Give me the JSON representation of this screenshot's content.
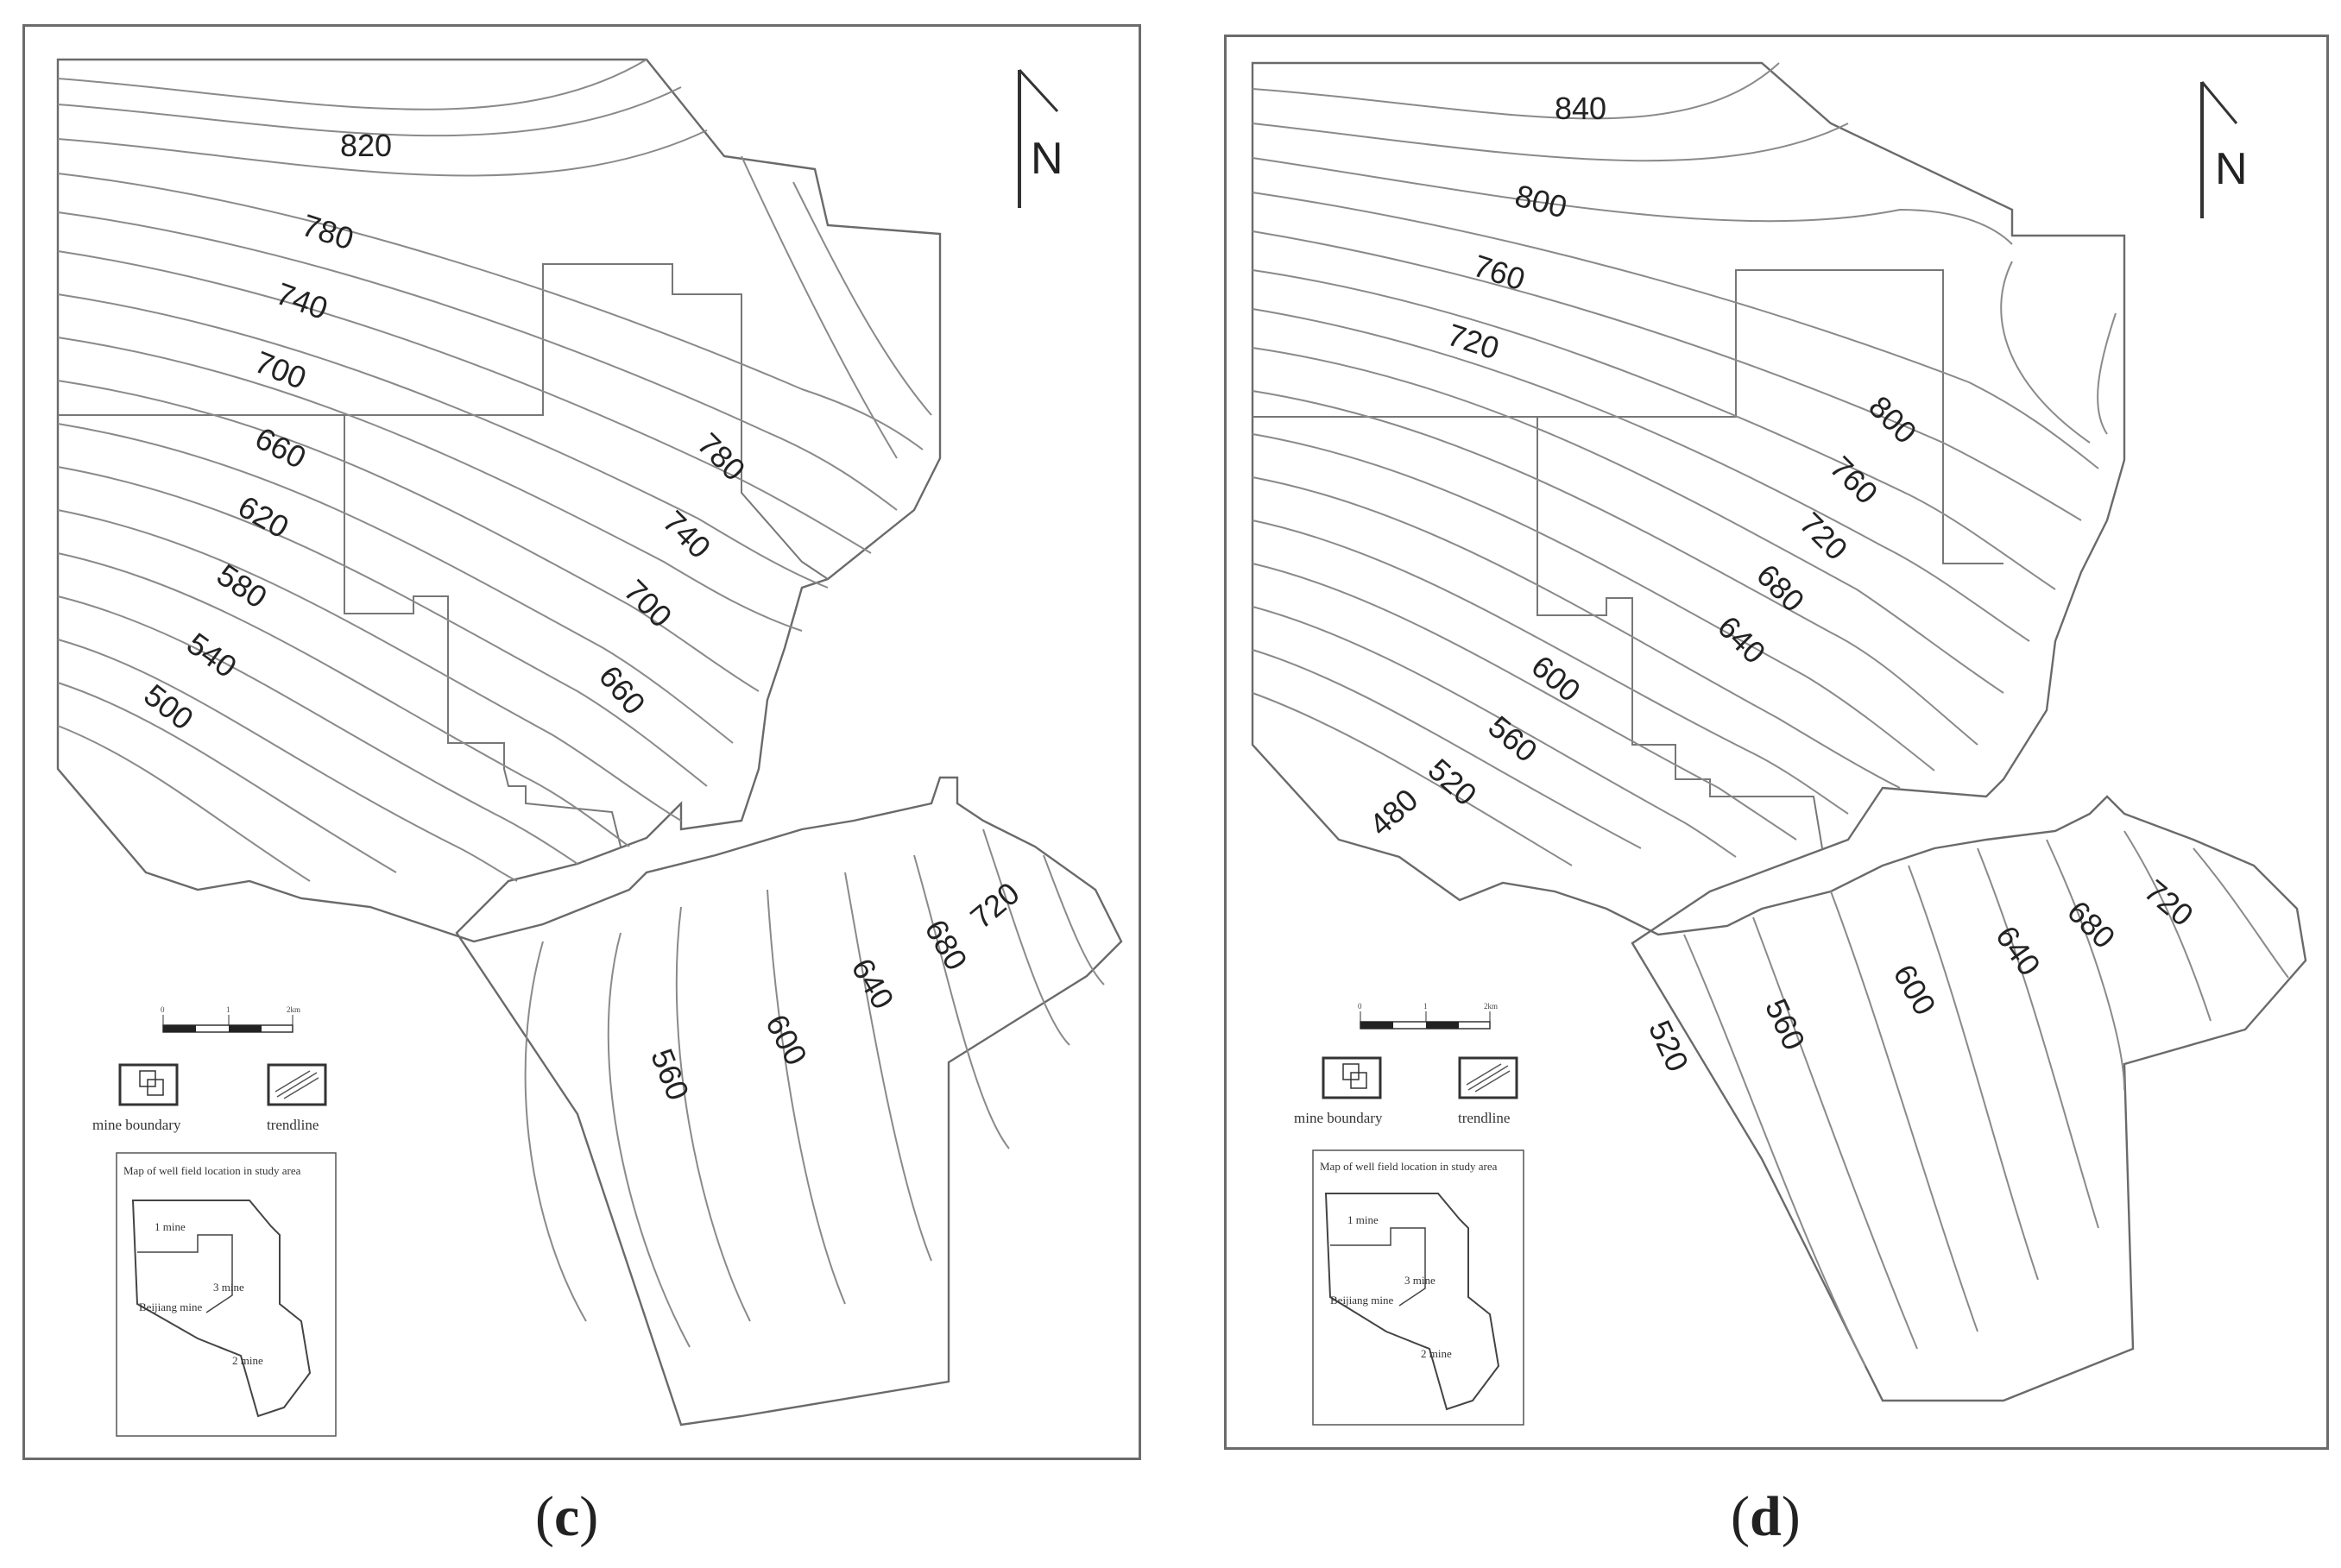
{
  "panels": [
    {
      "id": "c",
      "caption": "(c)",
      "caption_letter": "c",
      "north": "N",
      "contour_labels": [
        "820",
        "780",
        "740",
        "700",
        "660",
        "620",
        "580",
        "540",
        "500",
        "780",
        "740",
        "700",
        "660",
        "720",
        "680",
        "640",
        "600",
        "560"
      ],
      "legend": {
        "scale_left": "0",
        "scale_mid": "1",
        "scale_right": "2km",
        "mine_boundary": "mine boundary",
        "trendline": "trendline"
      },
      "inset": {
        "title": "Map of well field location in study area",
        "labels": [
          "1 mine",
          "3 mine",
          "Beijiang mine",
          "2 mine"
        ]
      }
    },
    {
      "id": "d",
      "caption": "(d)",
      "caption_letter": "d",
      "north": "N",
      "contour_labels": [
        "840",
        "800",
        "760",
        "720",
        "800",
        "760",
        "720",
        "680",
        "640",
        "600",
        "560",
        "520",
        "480",
        "720",
        "680",
        "640",
        "600",
        "560",
        "520"
      ],
      "legend": {
        "scale_left": "0",
        "scale_mid": "1",
        "scale_right": "2km",
        "mine_boundary": "mine boundary",
        "trendline": "trendline"
      },
      "inset": {
        "title": "Map of well field location in study area",
        "labels": [
          "1 mine",
          "3 mine",
          "Beijiang mine",
          "2 mine"
        ]
      }
    }
  ]
}
